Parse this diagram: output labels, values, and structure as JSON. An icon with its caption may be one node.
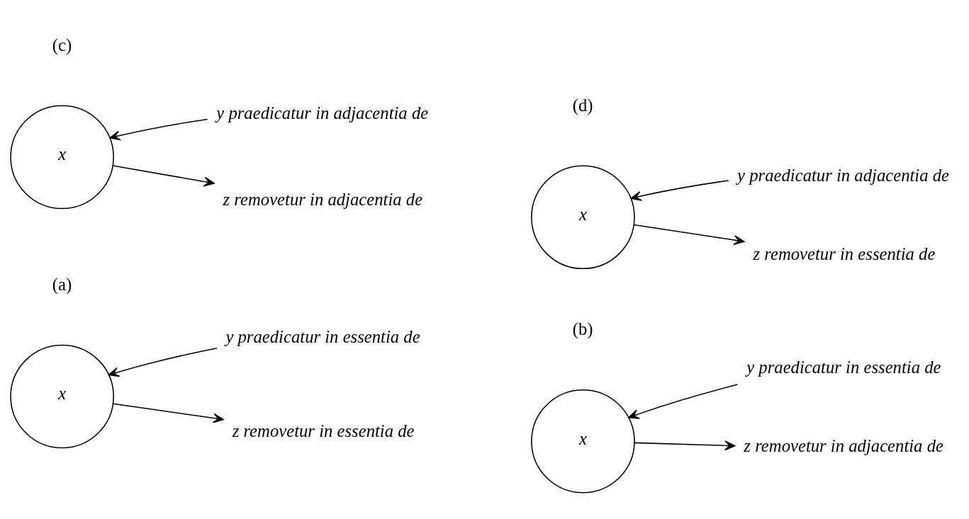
{
  "diagram": {
    "nodes": [
      {
        "text": [
          "y praedicatur in essentia de"
        ]
      },
      {
        "text": [
          "x"
        ]
      },
      {
        "text": [
          "z removetur in essentia de"
        ]
      },
      {
        "text": [
          "y praedicatur in essentia de"
        ]
      },
      {
        "text": [
          "x"
        ]
      },
      {
        "text": [
          "z removetur in adjacentia de"
        ]
      },
      {
        "text": [
          "y praedicatur in adjacentia de"
        ]
      },
      {
        "text": [
          "x"
        ]
      },
      {
        "text": [
          "z removetur in adjacentia de"
        ]
      },
      {
        "text": [
          "y praedicatur in adjacentia de"
        ]
      },
      {
        "text": [
          "x"
        ]
      },
      {
        "text": [
          "z removetur in essentia de"
        ]
      }
    ],
    "edges": [
      {
        "from": 0,
        "to": 1,
        "arrow": "to"
      },
      {
        "from": 1,
        "to": 2,
        "arrow": "to"
      },
      {
        "from": 3,
        "to": 4,
        "arrow": "to"
      },
      {
        "from": 4,
        "to": 5,
        "arrow": "to"
      },
      {
        "from": 6,
        "to": 7,
        "arrow": "to"
      },
      {
        "from": 7,
        "to": 8,
        "arrow": "to"
      },
      {
        "from": 9,
        "to": 10,
        "arrow": "to"
      },
      {
        "from": 10,
        "to": 11,
        "arrow": "to"
      }
    ],
    "labels": [
      "(a)",
      "(b)",
      "(c)",
      "(d)"
    ]
  }
}
